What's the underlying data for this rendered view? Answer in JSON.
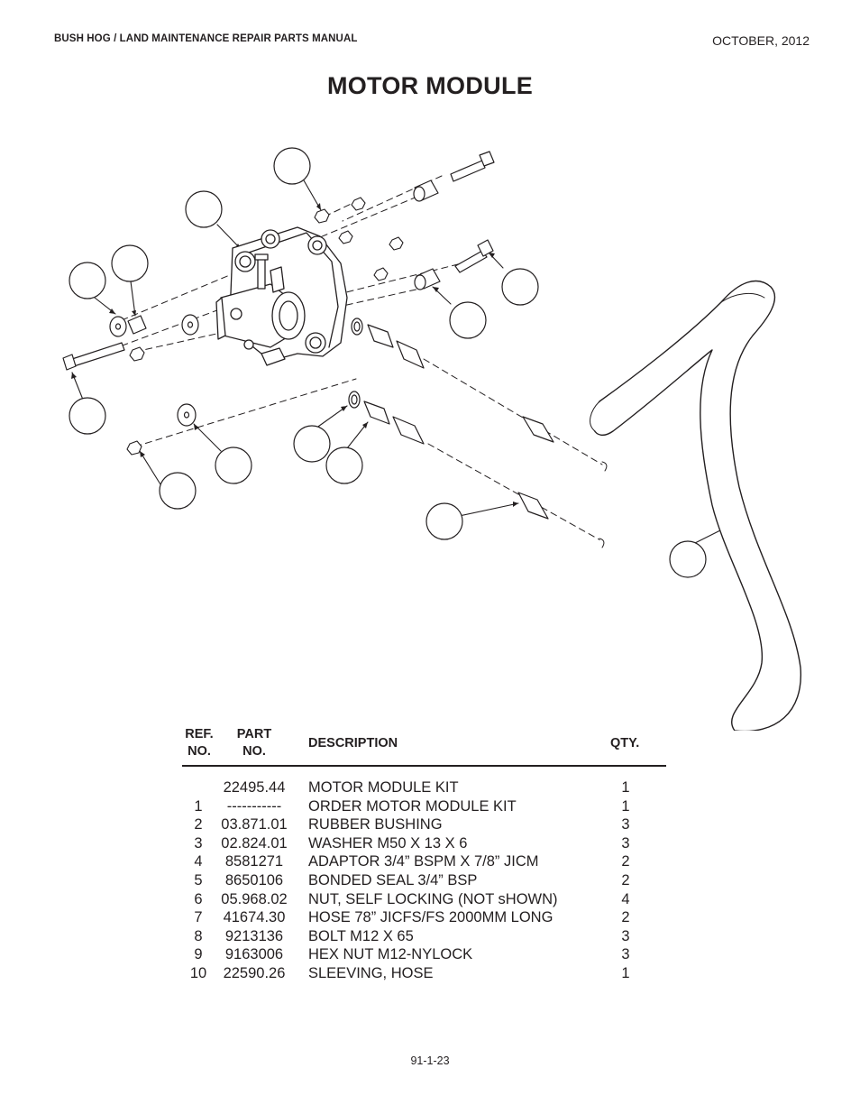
{
  "header": {
    "left": "BUSH HOG / LAND MAINTENANCE REPAIR PARTS MANUAL",
    "right": "OCTOBER, 2012"
  },
  "title": "MOTOR MODULE",
  "table": {
    "headers": {
      "ref": [
        "REF.",
        "NO."
      ],
      "part": [
        "PART",
        "NO."
      ],
      "description": "DESCRIPTION",
      "qty": "QTY."
    },
    "rows": [
      {
        "ref": "",
        "part": "22495.44",
        "description": "MOTOR MODULE KIT",
        "qty": "1"
      },
      {
        "ref": "1",
        "part": "-----------",
        "description": "ORDER MOTOR MODULE KIT",
        "qty": "1"
      },
      {
        "ref": "2",
        "part": "03.871.01",
        "description": "RUBBER BUSHING",
        "qty": "3"
      },
      {
        "ref": "3",
        "part": "02.824.01",
        "description": "WASHER M50 X 13 X 6",
        "qty": "3"
      },
      {
        "ref": "4",
        "part": "8581271",
        "description": "ADAPTOR 3/4” BSPM X 7/8” JICM",
        "qty": "2"
      },
      {
        "ref": "5",
        "part": "8650106",
        "description": "BONDED SEAL 3/4” BSP",
        "qty": "2"
      },
      {
        "ref": "6",
        "part": "05.968.02",
        "description": "NUT, SELF LOCKING (NOT sHOWN)",
        "qty": "4"
      },
      {
        "ref": "7",
        "part": "41674.30",
        "description": "HOSE 78” JICFS/FS 2000MM LONG",
        "qty": "2"
      },
      {
        "ref": "8",
        "part": "9213136",
        "description": "BOLT M12 X 65",
        "qty": "3"
      },
      {
        "ref": "9",
        "part": "9163006",
        "description": "HEX NUT M12-NYLOCK",
        "qty": "3"
      },
      {
        "ref": "10",
        "part": "22590.26",
        "description": "SLEEVING, HOSE",
        "qty": "1"
      }
    ]
  },
  "footer": "91-1-23"
}
